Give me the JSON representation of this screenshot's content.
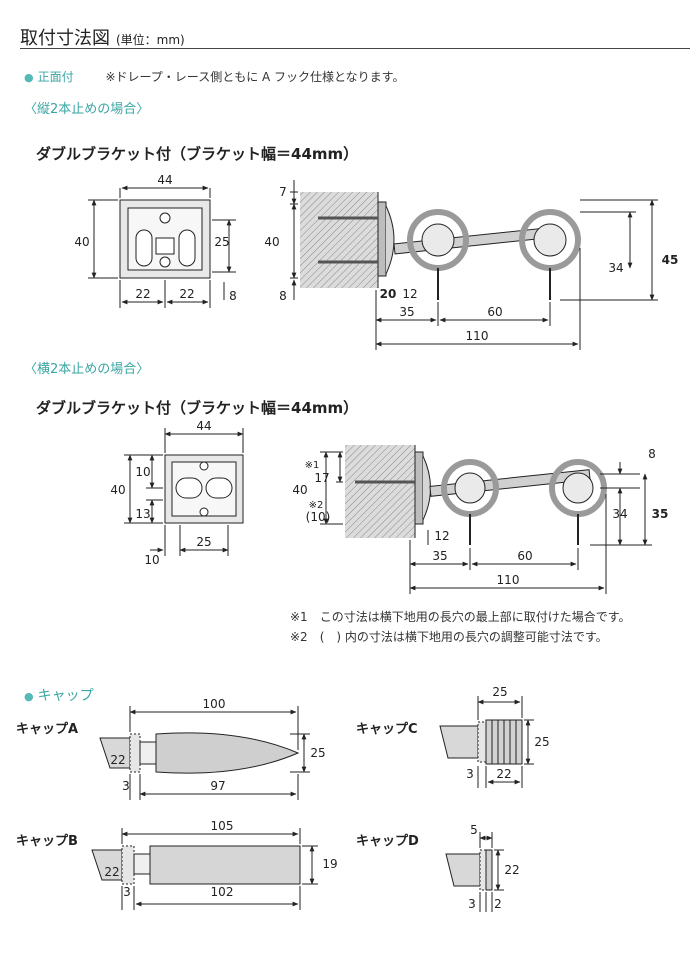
{
  "header": {
    "title": "取付寸法図",
    "unit": "(単位：mm)"
  },
  "front": {
    "bullet_label": "正面付",
    "bullet_note": "※ドレープ・レース側ともに A フック仕様となります。"
  },
  "vertical": {
    "sub_label": "〈縦2本止めの場合〉",
    "heading": "ダブルブラケット付（ブラケット幅＝44mm）",
    "front_view": {
      "w": "44",
      "h": "40",
      "inner": "25",
      "left": "22",
      "right": "22",
      "bottom": "8"
    },
    "side_view": {
      "top": "7",
      "h": "40",
      "bottom": "8",
      "d20": "20",
      "d12": "12",
      "d34": "34",
      "d45": "45",
      "d35": "35",
      "d60": "60",
      "d110": "110"
    }
  },
  "horizontal": {
    "sub_label": "〈横2本止めの場合〉",
    "heading": "ダブルブラケット付（ブラケット幅＝44mm）",
    "front_view": {
      "w": "44",
      "h": "40",
      "top": "10",
      "bottom": "13",
      "inner": "25",
      "left": "10"
    },
    "side_view": {
      "mark1": "※1",
      "d17": "17",
      "h": "40",
      "mark2": "※2",
      "d10p": "(10)",
      "d8": "8",
      "d12": "12",
      "d34": "34",
      "d35b": "35",
      "d35": "35",
      "d60": "60",
      "d110": "110"
    }
  },
  "notes": [
    "※1　この寸法は横下地用の長穴の最上部に取付けた場合です。",
    "※2　(　) 内の寸法は横下地用の長穴の調整可能寸法です。"
  ],
  "caps": {
    "bullet_label": "キャップ",
    "a": {
      "label": "キャップA",
      "total": "100",
      "d25": "25",
      "d22": "22",
      "d3": "3",
      "d97": "97"
    },
    "b": {
      "label": "キャップB",
      "total": "105",
      "d19": "19",
      "d22": "22",
      "d3": "3",
      "d102": "102"
    },
    "c": {
      "label": "キャップC",
      "total": "25",
      "d25": "25",
      "d3": "3",
      "d22": "22"
    },
    "d": {
      "label": "キャップD",
      "total": "5",
      "d22": "22",
      "d3": "3",
      "d2": "2"
    }
  }
}
